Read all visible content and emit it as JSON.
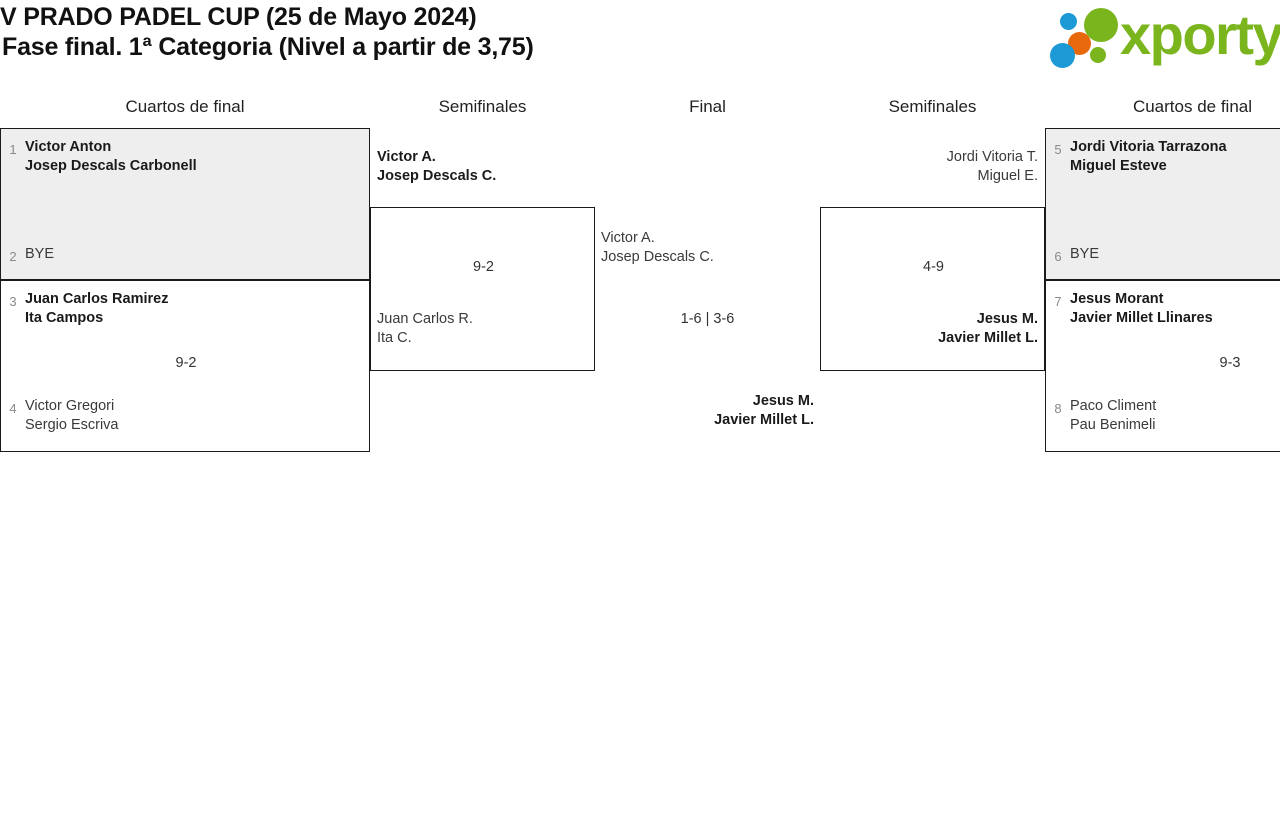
{
  "header": {
    "title_line1": "V PRADO PADEL CUP (25 de Mayo 2024)",
    "title_line2": "Fase final. 1ª Categoria (Nivel a partir de 3,75)",
    "logo_text": "xporty",
    "logo_colors": {
      "green": "#7ab51d",
      "blue": "#1c9ad6",
      "orange": "#e8690b"
    }
  },
  "colors": {
    "shaded_box": "#eeeeee",
    "border": "#1a1a1a",
    "seed_text": "#8a8a8a",
    "text": "#1a1a1a"
  },
  "columns": {
    "qf_left": "Cuartos de final",
    "sf_left": "Semifinales",
    "final": "Final",
    "sf_right": "Semifinales",
    "qf_right": "Cuartos de final"
  },
  "bracket": {
    "quarterfinals_left": [
      {
        "match_id": "qf-l-1",
        "shaded": true,
        "score": "",
        "teams": [
          {
            "seed": "1",
            "player1": "Victor Anton",
            "player2": "Josep Descals Carbonell",
            "result": "winner"
          },
          {
            "seed": "2",
            "player1": "BYE",
            "player2": "",
            "result": "bye"
          }
        ]
      },
      {
        "match_id": "qf-l-2",
        "shaded": false,
        "score": "9-2",
        "teams": [
          {
            "seed": "3",
            "player1": "Juan Carlos Ramirez",
            "player2": "Ita Campos",
            "result": "winner"
          },
          {
            "seed": "4",
            "player1": "Victor Gregori",
            "player2": "Sergio Escriva",
            "result": "loser"
          }
        ]
      }
    ],
    "semifinal_left": {
      "match_id": "sf-l",
      "score": "9-2",
      "teams": [
        {
          "player1": "Victor A.",
          "player2": "Josep Descals C.",
          "result": "winner"
        },
        {
          "player1": "Juan Carlos R.",
          "player2": "Ita C.",
          "result": "loser"
        }
      ]
    },
    "final": {
      "match_id": "final",
      "score": "1-6 | 3-6",
      "teams": [
        {
          "player1": "Victor A.",
          "player2": "Josep Descals C.",
          "result": "loser"
        },
        {
          "player1": "Jesus M.",
          "player2": "Javier Millet L.",
          "result": "winner"
        }
      ]
    },
    "semifinal_right": {
      "match_id": "sf-r",
      "score": "4-9",
      "teams": [
        {
          "player1": "Jordi Vitoria T.",
          "player2": "Miguel E.",
          "result": "loser"
        },
        {
          "player1": "Jesus M.",
          "player2": "Javier Millet L.",
          "result": "winner"
        }
      ]
    },
    "quarterfinals_right": [
      {
        "match_id": "qf-r-1",
        "shaded": true,
        "score": "",
        "teams": [
          {
            "seed": "5",
            "player1": "Jordi Vitoria Tarrazona",
            "player2": "Miguel Esteve",
            "result": "winner"
          },
          {
            "seed": "6",
            "player1": "BYE",
            "player2": "",
            "result": "bye"
          }
        ]
      },
      {
        "match_id": "qf-r-2",
        "shaded": false,
        "score": "9-3",
        "teams": [
          {
            "seed": "7",
            "player1": "Jesus Morant",
            "player2": "Javier Millet Llinares",
            "result": "winner"
          },
          {
            "seed": "8",
            "player1": "Paco Climent",
            "player2": "Pau Benimeli",
            "result": "loser"
          }
        ]
      }
    ]
  }
}
